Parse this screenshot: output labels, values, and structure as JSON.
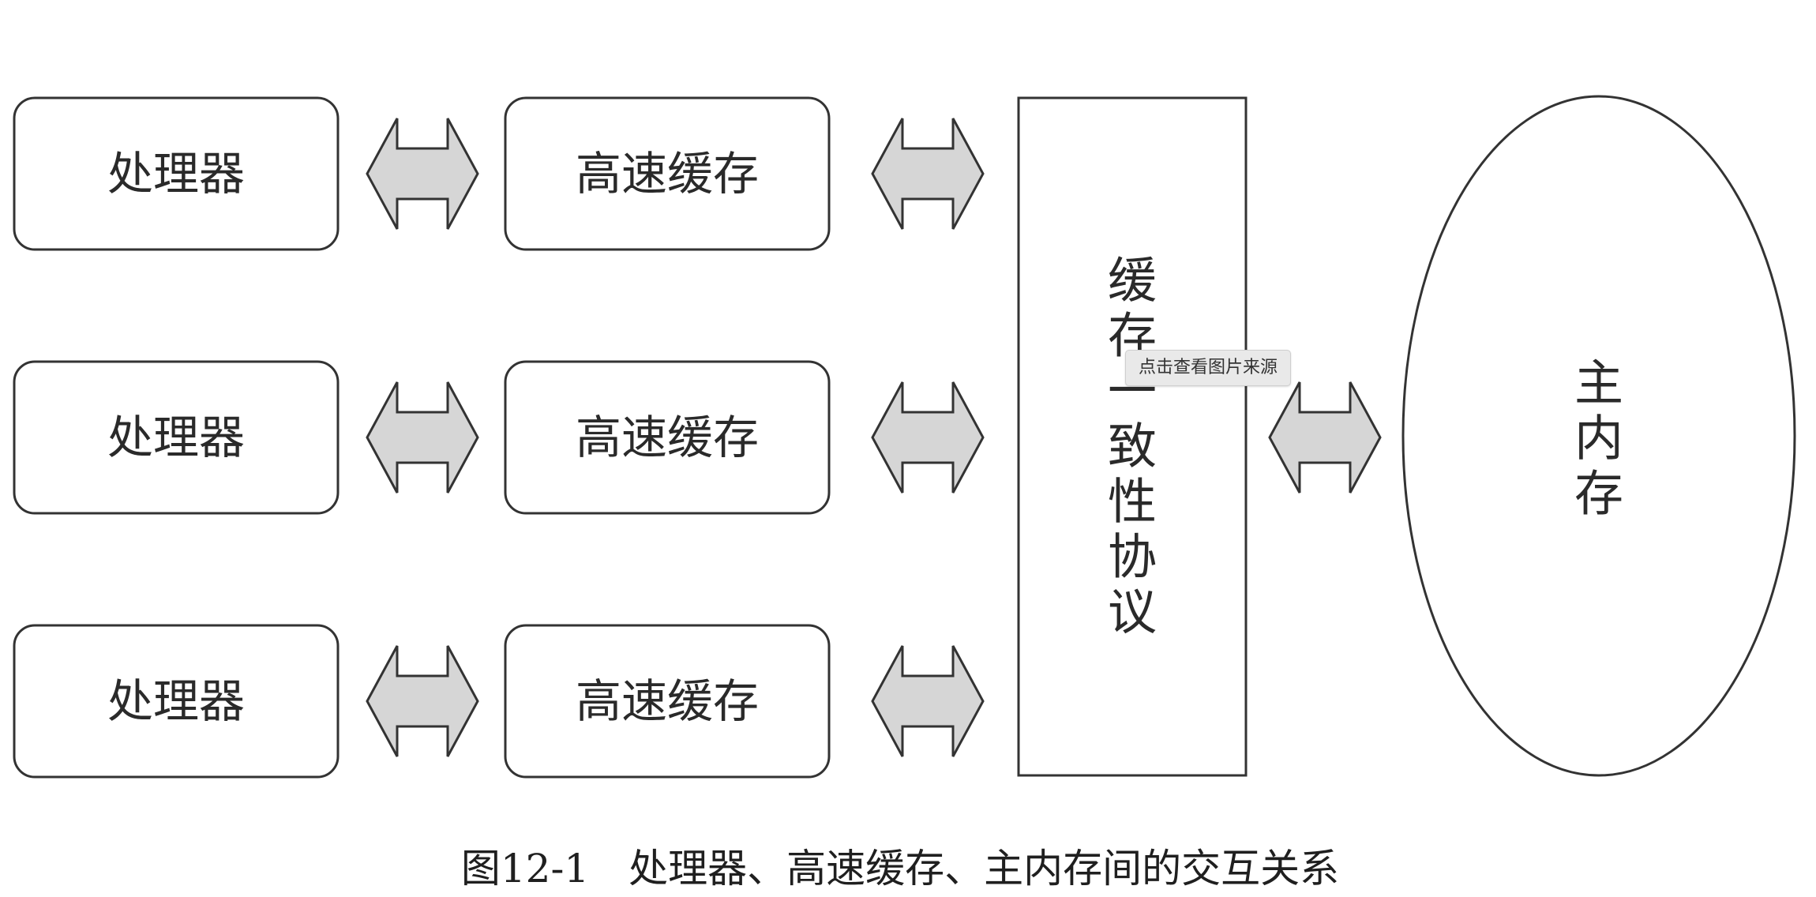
{
  "diagram": {
    "processor_label": "处理器",
    "cache_label": "高速缓存",
    "protocol_label": "缓存一致性协议",
    "protocol_chars": [
      "缓",
      "存",
      "一",
      "致",
      "性",
      "协",
      "议"
    ],
    "memory_chars": [
      "主",
      "内",
      "存"
    ],
    "rows": [
      {
        "processor": "处理器",
        "cache": "高速缓存"
      },
      {
        "processor": "处理器",
        "cache": "高速缓存"
      },
      {
        "processor": "处理器",
        "cache": "高速缓存"
      }
    ],
    "caption": "图12-1　处理器、高速缓存、主内存间的交互关系"
  },
  "overlay": {
    "tooltip_text": "点击查看图片来源"
  },
  "colors": {
    "arrow_fill": "#d6d6d6",
    "stroke": "#333333",
    "background": "#ffffff"
  }
}
